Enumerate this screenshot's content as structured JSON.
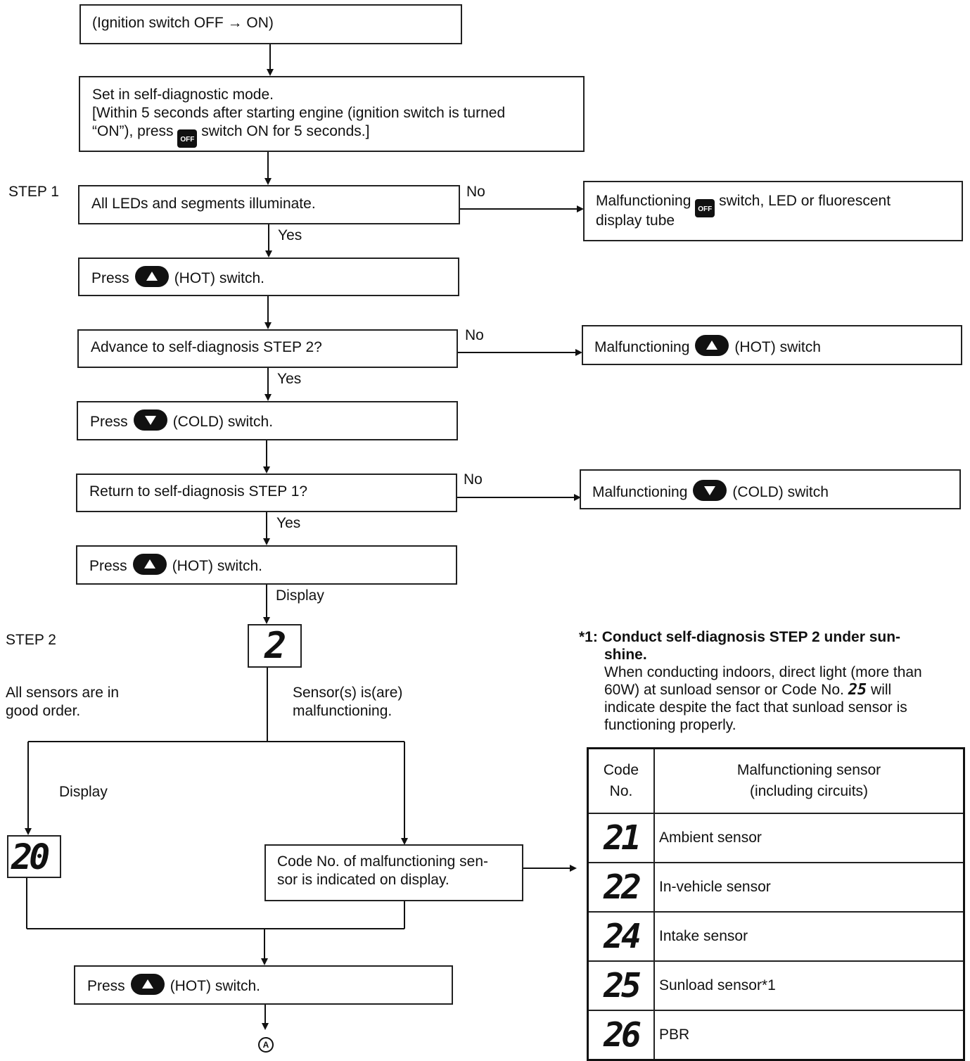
{
  "flow": {
    "start": "(Ignition switch OFF → ON)",
    "set_mode": {
      "line1": "Set in self-diagnostic mode.",
      "line2": "[Within 5 seconds after starting engine (ignition switch is turned",
      "line3_pre": "“ON”), press",
      "line3_post": "switch ON for 5 seconds.]"
    },
    "step1_label": "STEP 1",
    "step2_label": "STEP 2",
    "q_leds": "All LEDs and segments illuminate.",
    "press_hot_pre": "Press",
    "press_hot_post": "(HOT) switch.",
    "q_advance": "Advance to self-diagnosis STEP 2?",
    "press_cold_pre": "Press",
    "press_cold_post": "(COLD) switch.",
    "q_return": "Return to self-diagnosis STEP 1?",
    "yes": "Yes",
    "no": "No",
    "display": "Display",
    "display_step2_value": "2",
    "all_good": [
      "All sensors are in",
      "good order."
    ],
    "sensor_bad": [
      "Sensor(s) is(are)",
      "malfunctioning."
    ],
    "display_ok_value": "20",
    "code_indicated": [
      "Code No. of malfunctioning sen-",
      "sor is indicated on display."
    ],
    "end_marker": "A",
    "off_icon_text": "OFF"
  },
  "malfunctions": {
    "off_switch_pre": "Malfunctioning",
    "off_switch_post": "switch, LED or fluorescent",
    "off_switch_line2": "display tube",
    "hot_pre": "Malfunctioning",
    "hot_post": "(HOT) switch",
    "cold_pre": "Malfunctioning",
    "cold_post": "(COLD) switch"
  },
  "note": {
    "marker": "*1:",
    "bold1": "Conduct self-diagnosis STEP 2 under sun-",
    "bold2": "shine.",
    "line1": "When conducting indoors, direct light (more than",
    "line2_pre": "60W) at sunload sensor or Code No.",
    "line2_code": "25",
    "line2_post": "will",
    "line3": "indicate despite the fact that sunload sensor is",
    "line4": "functioning properly."
  },
  "table": {
    "header_code": [
      "Code",
      "No."
    ],
    "header_sensor": [
      "Malfunctioning sensor",
      "(including circuits)"
    ],
    "rows": [
      {
        "code": "21",
        "sensor": "Ambient sensor"
      },
      {
        "code": "22",
        "sensor": "In-vehicle sensor"
      },
      {
        "code": "24",
        "sensor": "Intake sensor"
      },
      {
        "code": "25",
        "sensor": "Sunload sensor*1"
      },
      {
        "code": "26",
        "sensor": "PBR"
      }
    ]
  }
}
